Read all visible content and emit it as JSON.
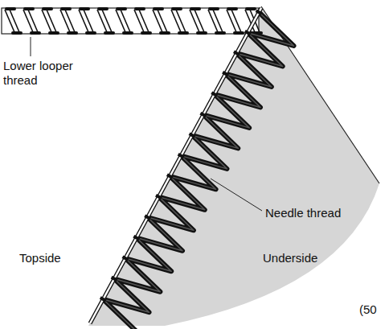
{
  "diagram": {
    "labels": [
      "Lower looper thread",
      "Needle thread",
      "Topside",
      "Underside",
      "(50"
    ]
  }
}
